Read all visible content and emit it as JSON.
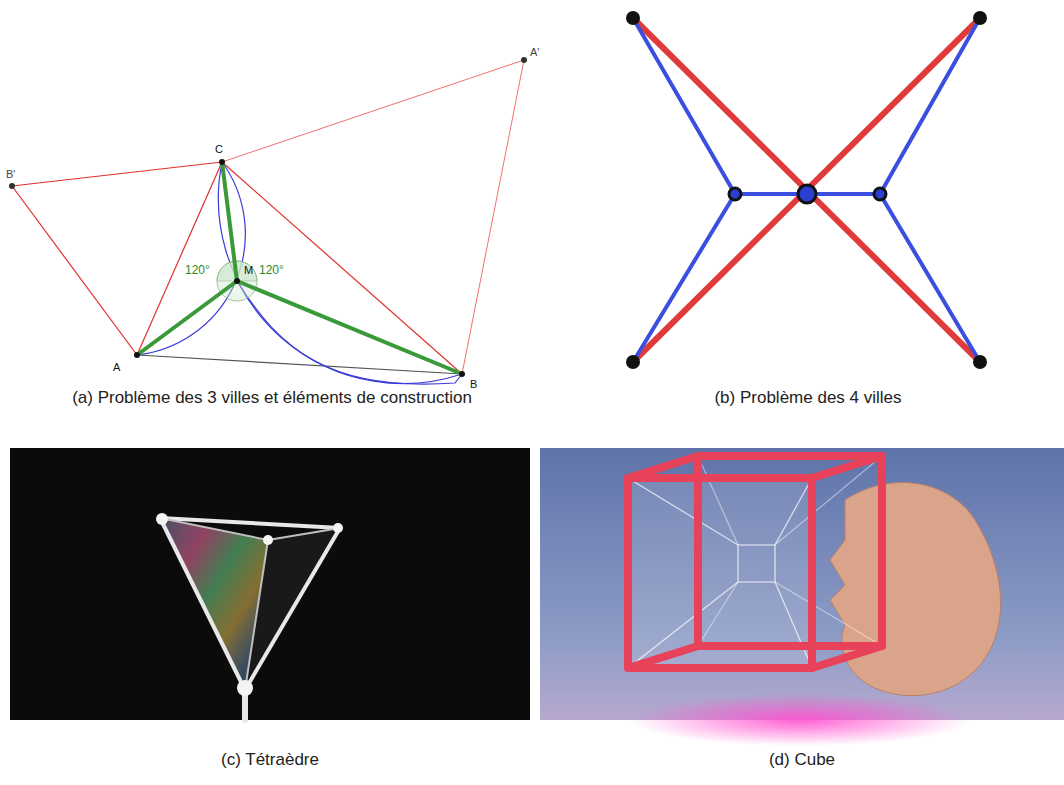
{
  "diagram": {
    "labels": [
      "A'",
      "B'",
      "C",
      "M",
      "A",
      "B",
      "120°",
      "120°",
      "(a) Problème des 3 villes et éléments de construction",
      "(b) Problème des 4 villes",
      "(c) Tétraèdre",
      "(d) Cube"
    ]
  }
}
